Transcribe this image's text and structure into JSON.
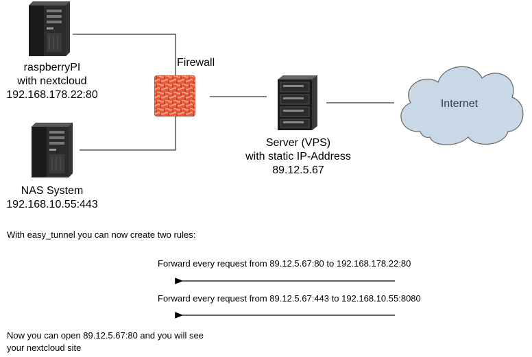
{
  "nodes": {
    "raspberry": {
      "label": "raspberryPI\nwith nextcloud\n192.168.178.22:80",
      "icon": "server-tower-icon"
    },
    "nas": {
      "label": "NAS System\n192.168.10.55:443",
      "icon": "server-tower-icon"
    },
    "firewall": {
      "label": "Firewall",
      "icon": "firewall-brick-icon",
      "color": "#E9573C"
    },
    "vps": {
      "label": "Server (VPS)\nwith static IP-Address\n89.12.5.67",
      "icon": "rack-server-icon"
    },
    "internet": {
      "label": "Internet",
      "icon": "cloud-icon",
      "fill": "#C9D8E6",
      "stroke": "#666666",
      "text_color": "#2E3D52"
    }
  },
  "intro": "With easy_tunnel you can now create two rules:",
  "rules": [
    {
      "text": "Forward every request from 89.12.5.67:80 to 192.168.178.22:80"
    },
    {
      "text": "Forward every request from 89.12.5.67:443 to 192.168.10.55:8080"
    }
  ],
  "outro": "Now you can open 89.12.5.67:80 and you will see\nyour nextcloud site"
}
